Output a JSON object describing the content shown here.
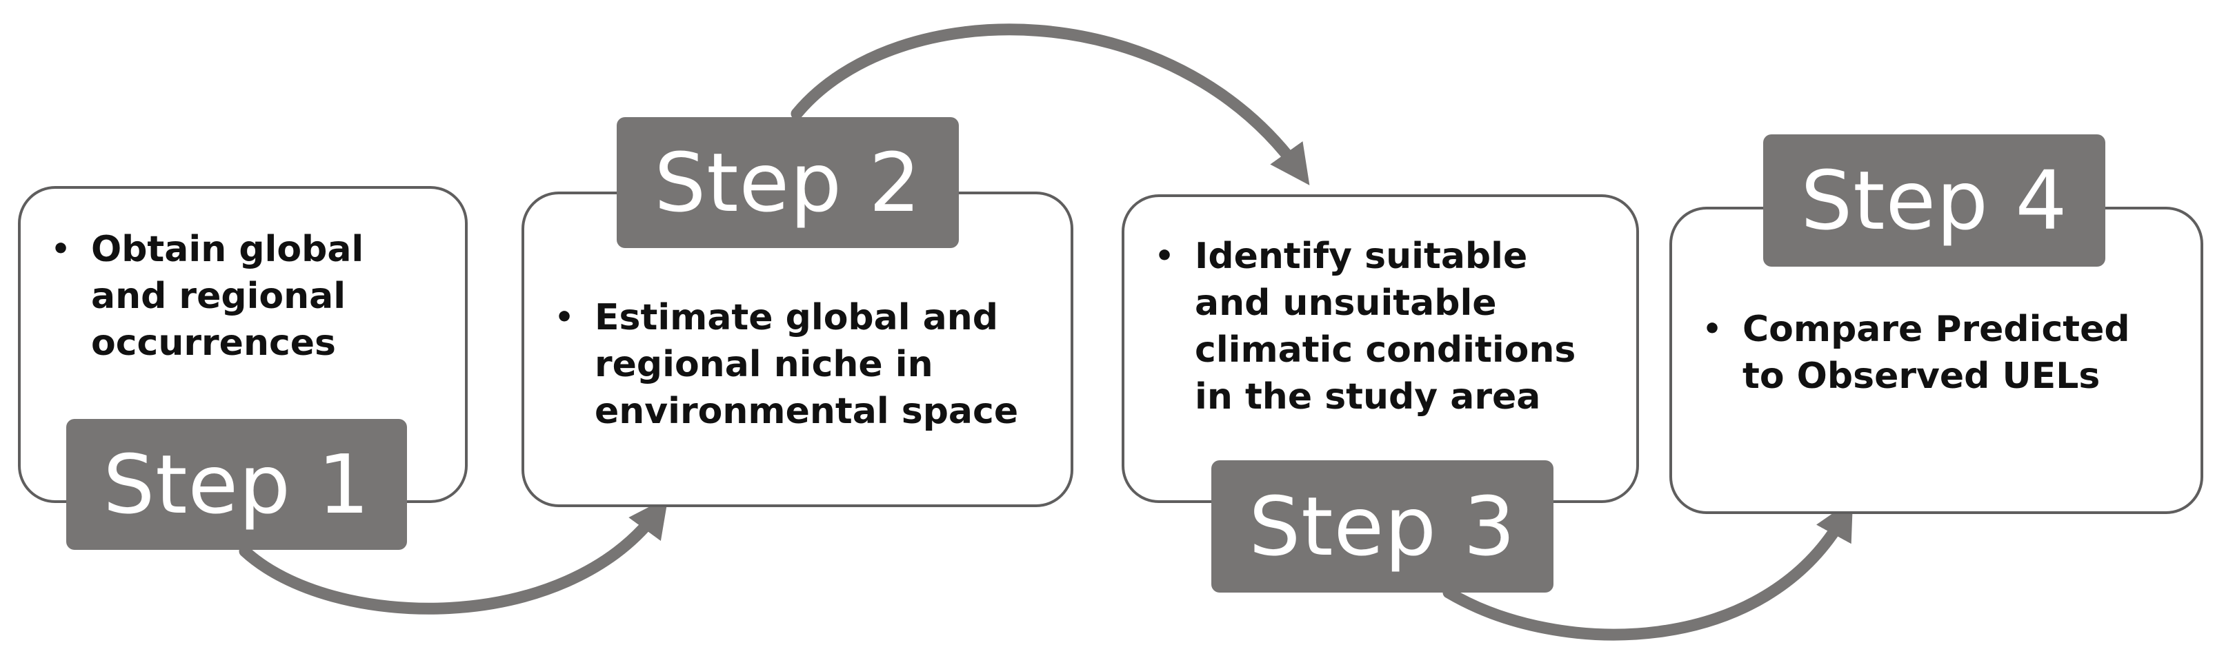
{
  "colors": {
    "tab_fill": "#777574",
    "tab_text": "#ffffff",
    "box_border": "#5f5e5e",
    "arrow": "#777574",
    "bullet_text": "#111111"
  },
  "steps": [
    {
      "tab_label": "Step 1",
      "bullet_text": "Obtain global\nand regional\noccurrences"
    },
    {
      "tab_label": "Step 2",
      "bullet_text": "Estimate global and\nregional niche in\nenvironmental space"
    },
    {
      "tab_label": "Step 3",
      "bullet_text": "Identify suitable\nand unsuitable\nclimatic conditions\nin the study area"
    },
    {
      "tab_label": "Step 4",
      "bullet_text": "Compare Predicted\nto Observed UELs"
    }
  ],
  "connectors": [
    {
      "from": "Step 1",
      "to": "Step 2"
    },
    {
      "from": "Step 2",
      "to": "Step 3"
    },
    {
      "from": "Step 3",
      "to": "Step 4"
    }
  ]
}
